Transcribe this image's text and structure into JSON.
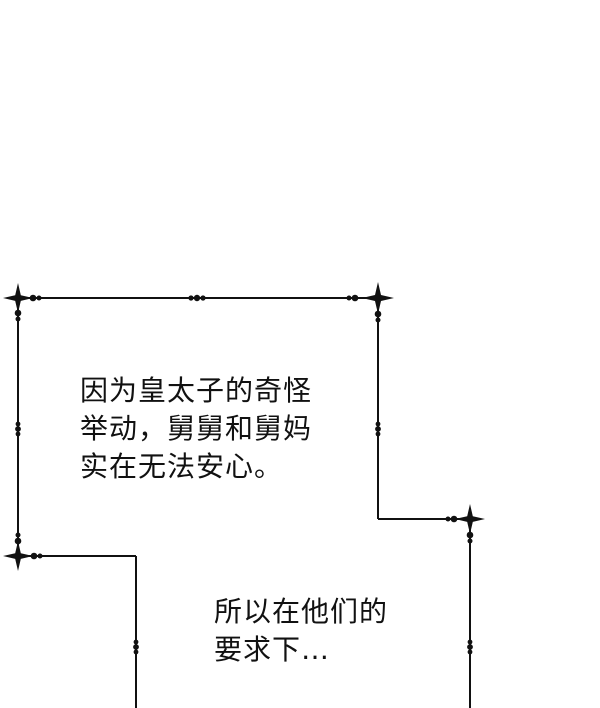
{
  "panel": {
    "background": "#ffffff",
    "line_color": "#111111",
    "ornament": "four-point-star"
  },
  "captions": [
    {
      "lines": [
        "因为皇太子的奇怪",
        "举动，舅舅和舅妈",
        "实在无法安心。"
      ]
    },
    {
      "lines": [
        "所以在他们的",
        "要求下…"
      ]
    }
  ]
}
